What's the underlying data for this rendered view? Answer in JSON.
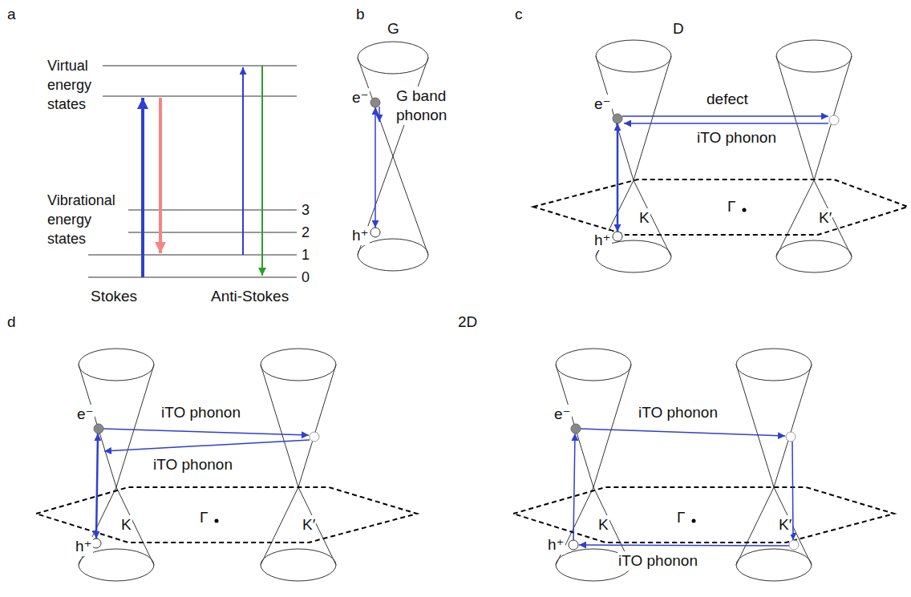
{
  "diagram": {
    "labels": [
      "a",
      "b",
      "c",
      "Virtual energy states",
      "Vibrational energy states",
      "3",
      "2",
      "1",
      "0",
      "Stokes",
      "Anti-Stokes",
      "G",
      "e⁻",
      "G band phonon",
      "h⁺",
      "D",
      "e⁻",
      "defect",
      "iTO phonon",
      "K",
      "Γ",
      "K′",
      "h⁺",
      "d",
      "e⁻",
      "iTO phonon",
      "iTO phonon",
      "K",
      "Γ",
      "K′",
      "h⁺",
      "2D",
      "e⁻",
      "iTO phonon",
      "K",
      "Γ",
      "K′",
      "h⁺",
      "iTO phonon"
    ]
  }
}
